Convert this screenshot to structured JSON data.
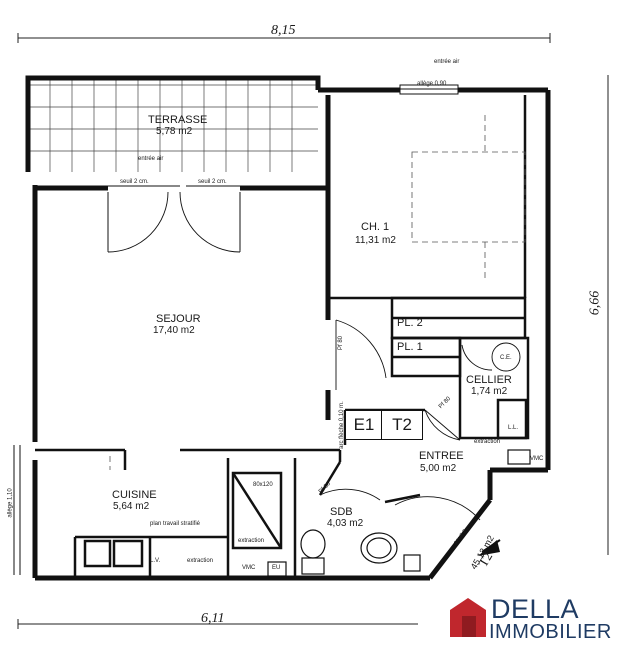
{
  "dimensions": {
    "top_width": "8,15",
    "bottom_width": "6,11",
    "right_height": "6,66"
  },
  "rooms": {
    "terrasse": {
      "name": "TERRASSE",
      "area": "5,78 m2"
    },
    "ch1": {
      "name": "CH. 1",
      "area": "11,31 m2"
    },
    "sejour": {
      "name": "SEJOUR",
      "area": "17,40 m2"
    },
    "cellier": {
      "name": "CELLIER",
      "area": "1,74 m2"
    },
    "entree": {
      "name": "ENTREE",
      "area": "5,00 m2"
    },
    "cuisine": {
      "name": "CUISINE",
      "area": "5,64 m2"
    },
    "sdb": {
      "name": "SDB",
      "area": "4,03 m2"
    }
  },
  "closets": {
    "pl2": "PL. 2",
    "pl1": "PL. 1"
  },
  "unit": {
    "e1": "E1",
    "t2": "T2"
  },
  "entrance_mark": {
    "area": "45,12 m2",
    "type": "T2"
  },
  "notes": {
    "entree_air_top": "entrée air",
    "allege_top": "allège 0,90",
    "entree_air_terrasse": "entrée air",
    "seuil_left": "seuil 2 cm.",
    "seuil_right": "seuil 2 cm.",
    "ce": "C.E.",
    "ll": "L.L.",
    "extraction_cellier": "extraction",
    "vmc_entree": "VMC",
    "pf80_1": "Pf 80",
    "pf80_2": "Pf 80",
    "pf80_3": "Pf 80",
    "arc_fleche": "arc flèche 0,10 m.",
    "shower": "80x120",
    "extraction_sdb": "extraction",
    "vmc_sdb": "VMC",
    "eu": "EU",
    "plan_travail": "plan travail stratifié",
    "extraction_cuisine": "extraction",
    "lv": "L.V.",
    "allege_left": "allège 1,10",
    "seuil_entree": "seuil 2 cm."
  },
  "logo": {
    "line1": "DELLA",
    "line2": "IMMOBILIER",
    "color": "#1f3b63",
    "accent": "#c0272d"
  }
}
